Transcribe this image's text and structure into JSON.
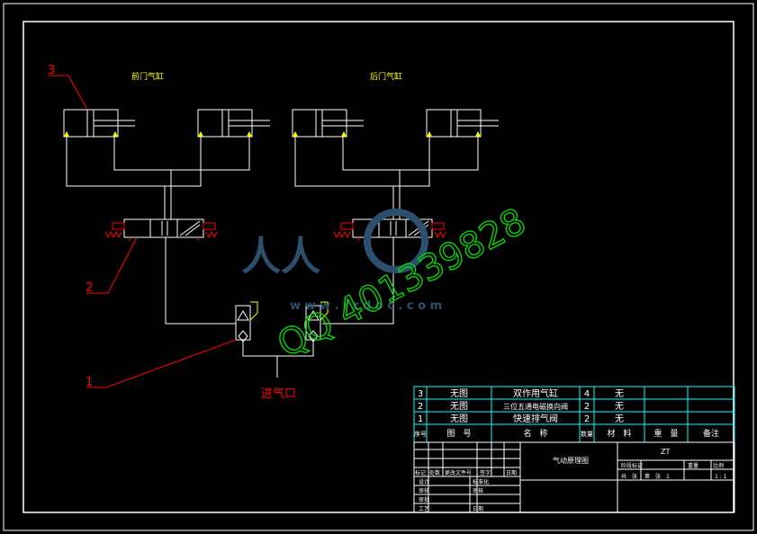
{
  "drawing": {
    "labels": {
      "front_cylinder": "前门气缸",
      "rear_cylinder": "后门气缸",
      "air_inlet": "进气口",
      "callout_1": "1",
      "callout_2": "2",
      "callout_3": "3"
    },
    "watermark": {
      "brand": "人人",
      "site": "w w w . r r d o c . c o m",
      "qq": "QQ 401339828"
    }
  },
  "parts_list": {
    "rows": [
      {
        "no": "3",
        "drawing_no": "无图",
        "name": "双作用气缸",
        "qty": "4",
        "material": "无"
      },
      {
        "no": "2",
        "drawing_no": "无图",
        "name": "三位五通电磁换向阀",
        "qty": "2",
        "material": "无"
      },
      {
        "no": "1",
        "drawing_no": "无图",
        "name": "快速排气阀",
        "qty": "2",
        "material": "无"
      }
    ],
    "header": {
      "no": "序号",
      "drawing_no": "图　号",
      "name": "名　称",
      "qty": "数量",
      "material": "材　料",
      "weight": "重　量",
      "remark": "备注"
    }
  },
  "title_block": {
    "drawing_title": "气动原理图",
    "code": "ZT",
    "row_labels": [
      "设计",
      "审核",
      "审批",
      "工艺"
    ],
    "col_labels": [
      "标记",
      "处数",
      "更改文件号",
      "签字",
      "日期"
    ],
    "sub_labels": [
      "标准化",
      "审核",
      "日期"
    ],
    "stage_label": "阶段标记",
    "weight_label": "重量",
    "scale_label": "比例",
    "sheet_total_label": "共　张",
    "sheet_label": "第　张",
    "sheet_value": "1",
    "scale_value": "1 : 1"
  }
}
